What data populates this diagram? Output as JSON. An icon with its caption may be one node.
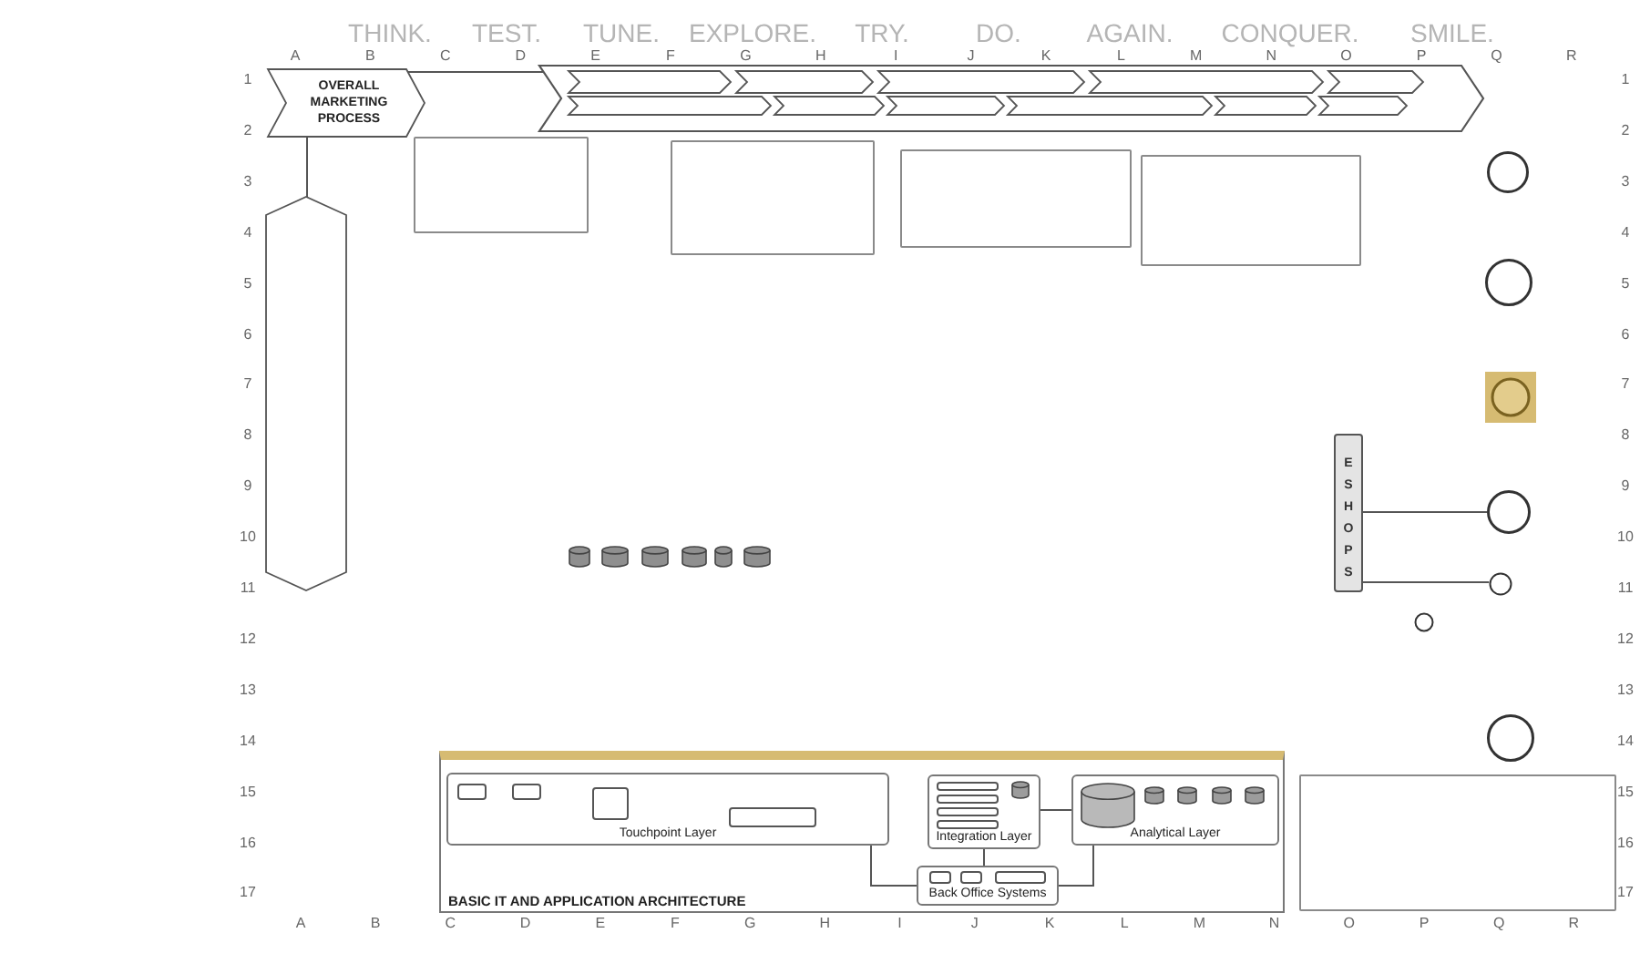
{
  "diagram": {
    "nodes": [
      {
        "text": [
          "OVERALL MARKETING PROCESS"
        ]
      },
      {
        "text": [],
        "shape": "arrow"
      },
      {
        "text": [],
        "shape": "chevron",
        "in": 1
      },
      {
        "text": [],
        "shape": "chevron",
        "in": 1
      },
      {
        "text": [],
        "shape": "chevron",
        "in": 1
      },
      {
        "text": [],
        "shape": "chevron",
        "in": 1
      },
      {
        "text": [],
        "shape": "chevron",
        "in": 1
      },
      {
        "text": [],
        "shape": "chevron",
        "in": 1
      },
      {
        "text": [],
        "shape": "chevron",
        "in": 1
      },
      {
        "text": [],
        "shape": "chevron",
        "in": 1
      },
      {
        "text": [],
        "shape": "chevron",
        "in": 1
      },
      {
        "text": [],
        "shape": "chevron",
        "in": 1
      },
      {
        "text": [],
        "shape": "chevron",
        "in": 1
      },
      {
        "text": [],
        "shape": "chevron"
      },
      {
        "text": [
          "E S H O P S"
        ]
      },
      {
        "text": [],
        "shape": "circle"
      },
      {
        "text": [],
        "shape": "circle"
      },
      {
        "text": [],
        "shape": "circle"
      },
      {
        "text": [],
        "shape": "circle"
      },
      {
        "text": [],
        "shape": "circle"
      },
      {
        "text": [],
        "shape": "circle"
      },
      {
        "text": [],
        "shape": "circle"
      },
      {
        "text": [
          "BASIC IT AND APPLICATION ARCHITECTURE"
        ]
      },
      {
        "text": [
          "Touchpoint Layer"
        ],
        "in": 22
      },
      {
        "text": [],
        "shape": "box",
        "in": 23
      },
      {
        "text": [],
        "shape": "box",
        "in": 23
      },
      {
        "text": [],
        "shape": "box",
        "in": 23
      },
      {
        "text": [],
        "shape": "box",
        "in": 23
      },
      {
        "text": [
          "Integration Layer"
        ],
        "in": 22
      },
      {
        "text": [],
        "shape": "box",
        "in": 28
      },
      {
        "text": [],
        "shape": "box",
        "in": 28
      },
      {
        "text": [],
        "shape": "box",
        "in": 28
      },
      {
        "text": [],
        "shape": "box",
        "in": 28
      },
      {
        "text": [],
        "shape": "cylinder",
        "in": 28
      },
      {
        "text": [
          "Analytical Layer"
        ],
        "in": 22
      },
      {
        "text": [],
        "shape": "cylinder",
        "in": 34
      },
      {
        "text": [],
        "shape": "cylinder",
        "in": 34
      },
      {
        "text": [],
        "shape": "cylinder",
        "in": 34
      },
      {
        "text": [],
        "shape": "cylinder",
        "in": 34
      },
      {
        "text": [],
        "shape": "cylinder",
        "in": 34
      },
      {
        "text": [
          "Back Office Systems"
        ],
        "in": 22
      },
      {
        "text": [],
        "shape": "box",
        "in": 40
      },
      {
        "text": [],
        "shape": "box",
        "in": 40
      },
      {
        "text": [],
        "shape": "box",
        "in": 40
      },
      {
        "text": [],
        "shape": "box"
      },
      {
        "text": [],
        "shape": "box"
      },
      {
        "text": [],
        "shape": "box"
      },
      {
        "text": [],
        "shape": "box"
      },
      {
        "text": [],
        "shape": "cylinder"
      },
      {
        "text": [],
        "shape": "cylinder"
      },
      {
        "text": [],
        "shape": "cylinder"
      },
      {
        "text": [],
        "shape": "cylinder"
      },
      {
        "text": [],
        "shape": "cylinder"
      },
      {
        "text": [],
        "shape": "cylinder"
      },
      {
        "text": [],
        "shape": "box"
      }
    ],
    "edges": [
      {
        "from": 0,
        "to": 1,
        "arrow": "none"
      },
      {
        "from": 0,
        "to": 13,
        "arrow": "none"
      },
      {
        "from": 14,
        "to": 18,
        "arrow": "none"
      },
      {
        "from": 14,
        "to": 19,
        "arrow": "none"
      },
      {
        "from": 23,
        "to": 40,
        "arrow": "none"
      },
      {
        "from": 28,
        "to": 40,
        "arrow": "none"
      },
      {
        "from": 28,
        "to": 34,
        "arrow": "none"
      },
      {
        "from": 40,
        "to": 34,
        "arrow": "none"
      }
    ],
    "labels": [
      "THINK.",
      "TEST.",
      "TUNE.",
      "EXPLORE.",
      "TRY.",
      "DO.",
      "AGAIN.",
      "CONQUER.",
      "SMILE.",
      "A",
      "B",
      "C",
      "D",
      "E",
      "F",
      "G",
      "H",
      "I",
      "J",
      "K",
      "L",
      "M",
      "N",
      "O",
      "P",
      "Q",
      "R",
      "1",
      "2",
      "3",
      "4",
      "5",
      "6",
      "7",
      "8",
      "9",
      "10",
      "11",
      "12",
      "13",
      "14",
      "15",
      "16",
      "17",
      "1",
      "2",
      "3",
      "4",
      "5",
      "6",
      "7",
      "8",
      "9",
      "10",
      "11",
      "12",
      "13",
      "14",
      "15",
      "16",
      "17",
      "A",
      "B",
      "C",
      "D",
      "E",
      "F",
      "G",
      "H",
      "I",
      "J",
      "K",
      "L",
      "M",
      "N",
      "O",
      "P",
      "Q",
      "R"
    ]
  }
}
